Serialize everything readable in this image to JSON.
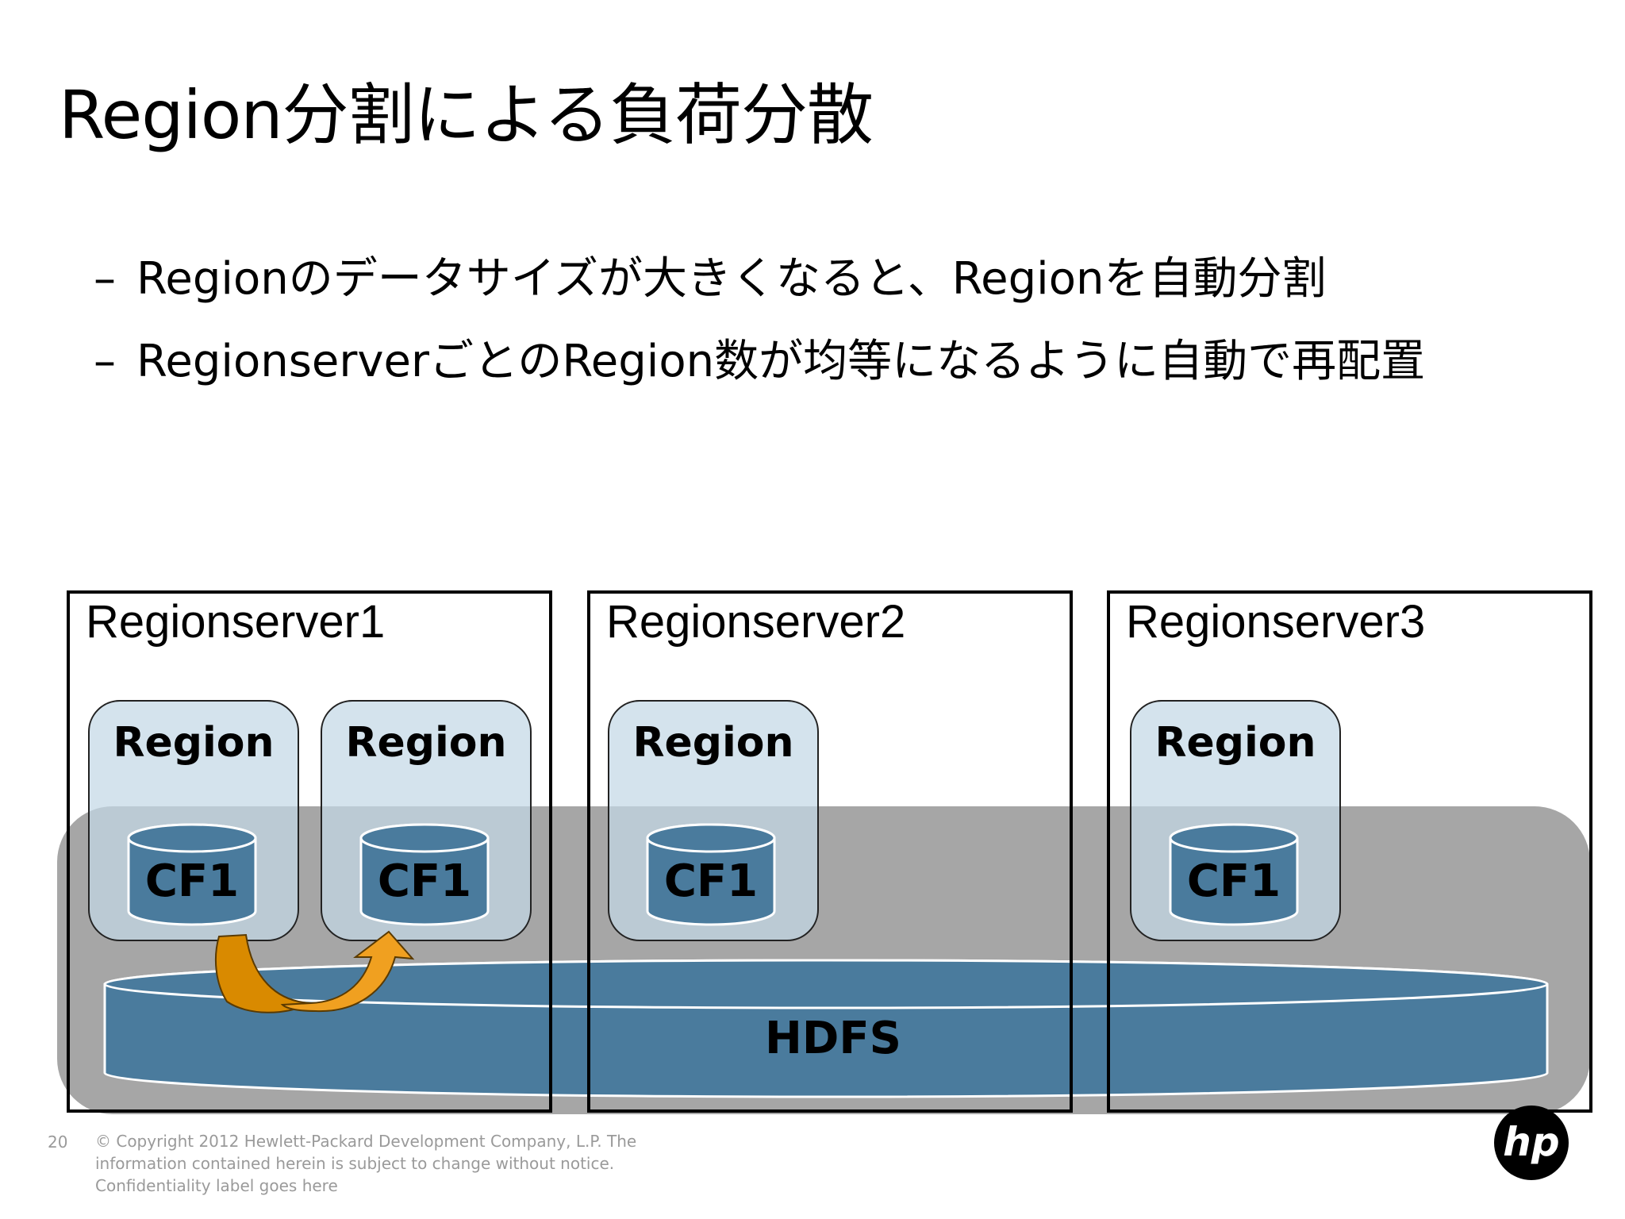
{
  "slide": {
    "title": "Region分割による負荷分散",
    "bullets": [
      {
        "dash": "–",
        "text": "Regionのデータサイズが大きくなると、Regionを自動分割"
      },
      {
        "dash": "–",
        "text": "RegionserverごとのRegion数が均等になるように自動で再配置"
      }
    ]
  },
  "diagram": {
    "servers": [
      {
        "name": "Regionserver1"
      },
      {
        "name": "Regionserver2"
      },
      {
        "name": "Regionserver3"
      }
    ],
    "regions": [
      {
        "label": "Region",
        "column_family": "CF1"
      },
      {
        "label": "Region",
        "column_family": "CF1"
      },
      {
        "label": "Region",
        "column_family": "CF1"
      },
      {
        "label": "Region",
        "column_family": "CF1"
      }
    ],
    "storage": {
      "label": "HDFS"
    },
    "colors": {
      "region_fill": "#c4d8e6",
      "cylinder_fill": "#4a7b9d",
      "hdfs_bg": "#a6a6a6",
      "arrow_left": "#d98a00",
      "arrow_right": "#f0a020"
    }
  },
  "footer": {
    "page_number": "20",
    "copyright": "© Copyright 2012 Hewlett-Packard Development Company, L.P.  The information contained herein is subject to change without notice. Confidentiality label goes here",
    "logo": "hp"
  }
}
